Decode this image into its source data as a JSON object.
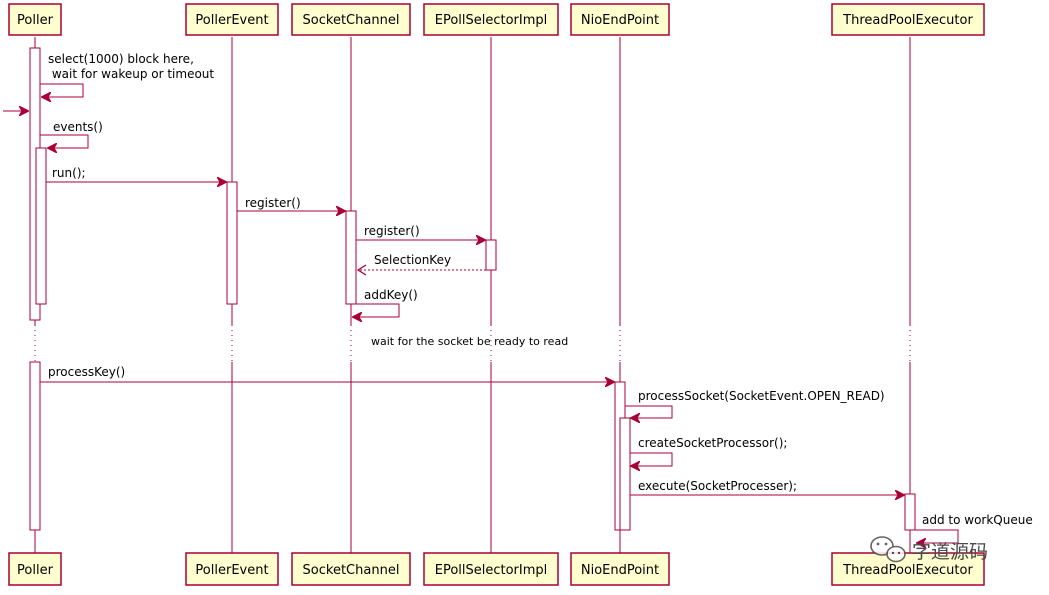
{
  "diagram": {
    "type": "sequence",
    "participants": [
      "Poller",
      "PollerEvent",
      "SocketChannel",
      "EPollSelectorImpl",
      "NioEndPoint",
      "ThreadPoolExecutor"
    ],
    "messages": [
      {
        "label1": "select(1000) block here,",
        "label2": " wait for wakeup or timeout",
        "from": "Poller",
        "to": "Poller",
        "style": "solid"
      },
      {
        "label": "",
        "from": "(external)",
        "to": "Poller",
        "style": "solid"
      },
      {
        "label": "events()",
        "from": "Poller",
        "to": "Poller",
        "style": "solid"
      },
      {
        "label": "run();",
        "from": "Poller",
        "to": "PollerEvent",
        "style": "solid"
      },
      {
        "label": "register()",
        "from": "PollerEvent",
        "to": "SocketChannel",
        "style": "solid"
      },
      {
        "label": "register()",
        "from": "SocketChannel",
        "to": "EPollSelectorImpl",
        "style": "solid"
      },
      {
        "label": "SelectionKey",
        "from": "EPollSelectorImpl",
        "to": "SocketChannel",
        "style": "dashed"
      },
      {
        "label": "addKey()",
        "from": "SocketChannel",
        "to": "SocketChannel",
        "style": "solid"
      },
      {
        "label": "processKey()",
        "from": "Poller",
        "to": "NioEndPoint",
        "style": "solid"
      },
      {
        "label": "processSocket(SocketEvent.OPEN_READ)",
        "from": "NioEndPoint",
        "to": "NioEndPoint",
        "style": "solid"
      },
      {
        "label": "createSocketProcessor();",
        "from": "NioEndPoint",
        "to": "NioEndPoint",
        "style": "solid"
      },
      {
        "label": "execute(SocketProcesser);",
        "from": "NioEndPoint",
        "to": "ThreadPoolExecutor",
        "style": "solid"
      },
      {
        "label": "add to workQueue",
        "from": "ThreadPoolExecutor",
        "to": "ThreadPoolExecutor",
        "style": "solid"
      }
    ],
    "delay_text": "wait for the socket be ready to read"
  },
  "watermark": {
    "text": "字道源码",
    "icon": "wechat-icon"
  },
  "colors": {
    "participant_fill": "#FEFECE",
    "line": "#A80036",
    "activation_fill": "#FFFFFF",
    "background": "#FFFFFF"
  }
}
